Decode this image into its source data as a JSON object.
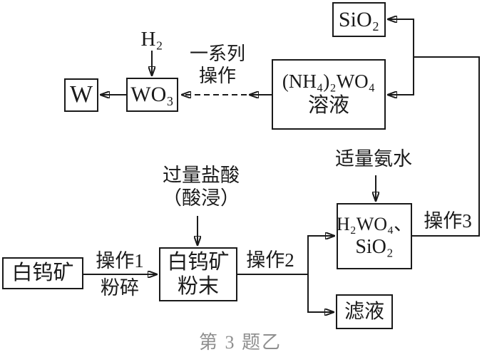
{
  "diagram": {
    "background": "#ffffff",
    "line_color": "#1a1a1a",
    "caption": {
      "text": "第 3 题乙",
      "color": "#8f8f8f"
    },
    "boxes": {
      "sio2": "SiO₂",
      "ammonium_tungstate_solution": {
        "line1": "(NH₄)₂WO₄",
        "line2": "溶液"
      },
      "w": "W",
      "wo3": "WO₃",
      "h2wo4_sio2": {
        "line1": "H₂WO₄、",
        "line2": "SiO₂"
      },
      "filtrate": "滤液",
      "scheelite": "白钨矿",
      "scheelite_powder": {
        "line1": "白钨矿",
        "line2": "粉末"
      }
    },
    "labels": {
      "h2": "H₂",
      "series_of_operations": {
        "line1": "一系列",
        "line2": "操作"
      },
      "excess_hcl": {
        "line1": "过量盐酸",
        "line2": "（酸浸）"
      },
      "ammonia_water": "适量氨水",
      "operation1": "操作1",
      "crush": "粉碎",
      "operation2": "操作2",
      "operation3": "操作3"
    }
  }
}
